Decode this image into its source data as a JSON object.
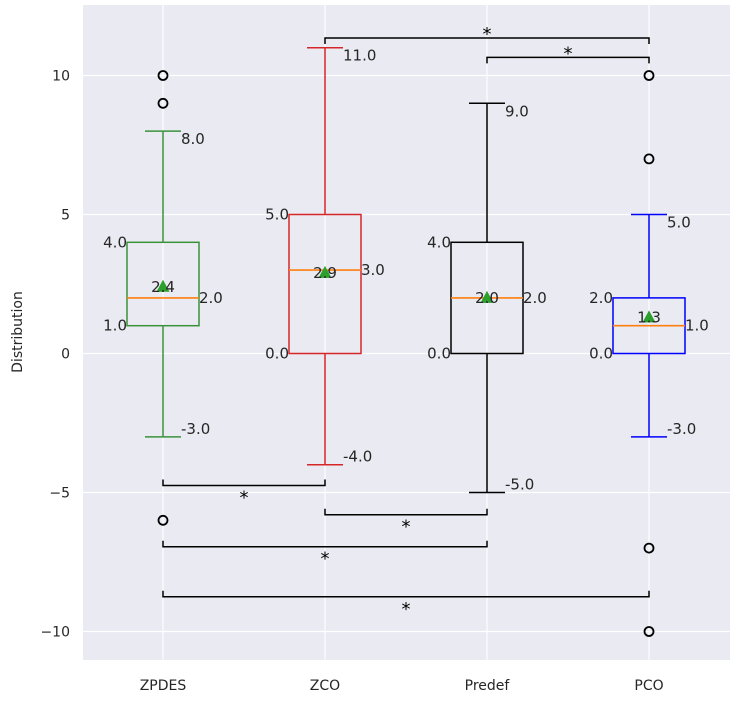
{
  "chart_data": {
    "type": "box",
    "ylabel": "Distribution",
    "ylim": [
      -11,
      12
    ],
    "yticks": [
      {
        "value": 10,
        "label": "10"
      },
      {
        "value": 5,
        "label": "5"
      },
      {
        "value": 0,
        "label": "0"
      },
      {
        "value": -5,
        "label": "−5"
      },
      {
        "value": -10,
        "label": "−10"
      }
    ],
    "categories": [
      "ZPDES",
      "ZCO",
      "Predef",
      "PCO"
    ],
    "colors": {
      "background": "#eaeaf2",
      "grid": "#ffffff",
      "median": "#ff7f0e",
      "mean_marker": "#2ca02c"
    },
    "boxes": [
      {
        "category": "ZPDES",
        "color": "#3a923a",
        "whisker_low": -3.0,
        "q1": 1.0,
        "median": 2.0,
        "q3": 4.0,
        "whisker_high": 8.0,
        "mean": 2.4,
        "outliers": [
          10,
          9,
          -6
        ],
        "labels": {
          "whisker_low": "-3.0",
          "q1": "1.0",
          "median": "2.0",
          "q3": "4.0",
          "whisker_high": "8.0",
          "mean": "2.4"
        }
      },
      {
        "category": "ZCO",
        "color": "#d62728",
        "whisker_low": -4.0,
        "q1": 0.0,
        "median": 3.0,
        "q3": 5.0,
        "whisker_high": 11.0,
        "mean": 2.9,
        "outliers": [],
        "labels": {
          "whisker_low": "-4.0",
          "q1": "0.0",
          "median": "3.0",
          "q3": "5.0",
          "whisker_high": "11.0",
          "mean": "2.9"
        }
      },
      {
        "category": "Predef",
        "color": "#000000",
        "whisker_low": -5.0,
        "q1": 0.0,
        "median": 2.0,
        "q3": 4.0,
        "whisker_high": 9.0,
        "mean": 2.0,
        "outliers": [],
        "labels": {
          "whisker_low": "-5.0",
          "q1": "0.0",
          "median": "2.0",
          "q3": "4.0",
          "whisker_high": "9.0",
          "mean": "2.0"
        }
      },
      {
        "category": "PCO",
        "color": "#0000ff",
        "whisker_low": -3.0,
        "q1": 0.0,
        "median": 1.0,
        "q3": 2.0,
        "whisker_high": 5.0,
        "mean": 1.3,
        "outliers": [
          10,
          7,
          -7,
          -10
        ],
        "labels": {
          "whisker_low": "-3.0",
          "q1": "0.0",
          "median": "1.0",
          "q3": "2.0",
          "whisker_high": "5.0",
          "mean": "1.3"
        }
      }
    ],
    "significance": [
      {
        "from": "ZCO",
        "to": "PCO",
        "y": 11.35,
        "label": "*"
      },
      {
        "from": "Predef",
        "to": "PCO",
        "y": 10.65,
        "label": "*"
      },
      {
        "from": "ZPDES",
        "to": "ZCO",
        "y": -4.75,
        "label": "*"
      },
      {
        "from": "ZCO",
        "to": "Predef",
        "y": -5.8,
        "label": "*"
      },
      {
        "from": "ZPDES",
        "to": "Predef",
        "y": -6.95,
        "label": "*"
      },
      {
        "from": "ZPDES",
        "to": "PCO",
        "y": -8.75,
        "label": "*"
      }
    ]
  }
}
